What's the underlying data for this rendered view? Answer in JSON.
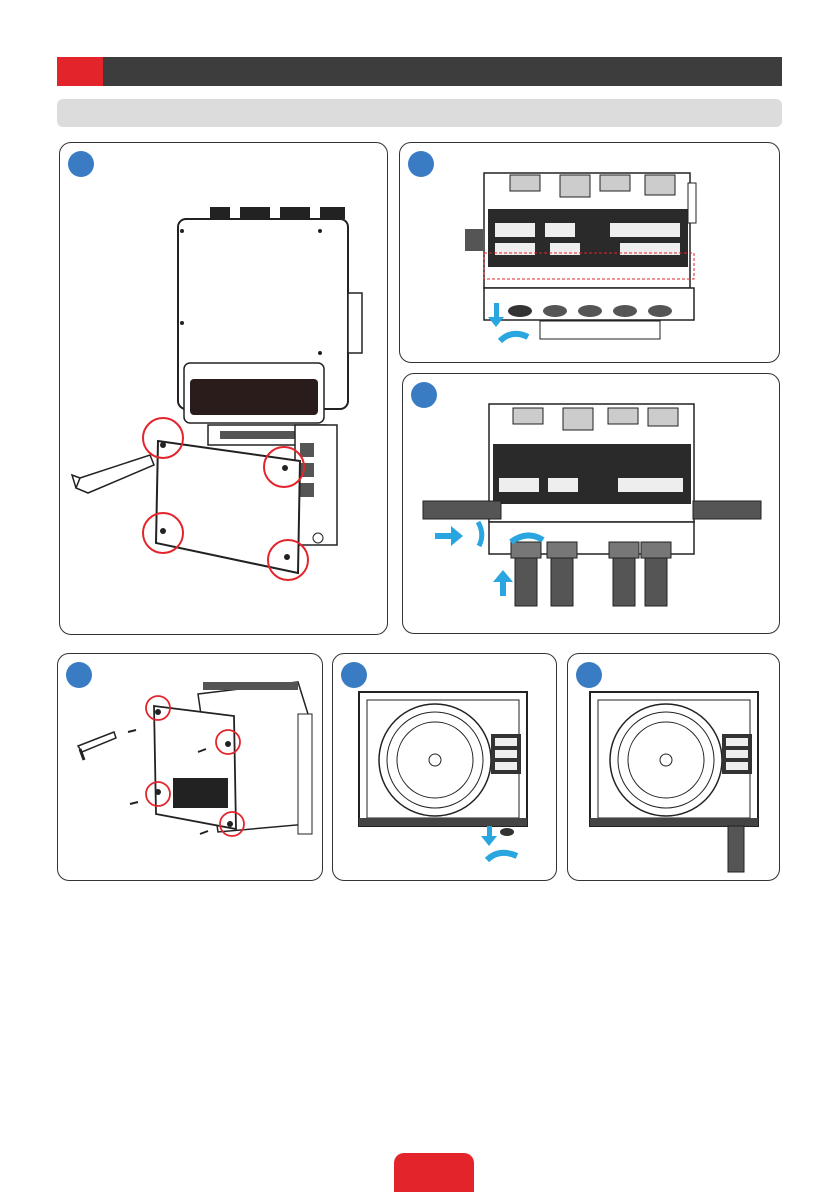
{
  "page": {
    "header_title": "",
    "subheader_title": "",
    "page_number": ""
  },
  "colors": {
    "accent": "#e3252b",
    "header": "#3d3d3d",
    "subheader": "#dcdcdc",
    "step_dot": "#3a7cc4",
    "arrow": "#29a6e0",
    "highlight_circle": "#e3252b"
  },
  "figures": [
    {
      "label": "",
      "icon": "remove-cover-screws-illustration"
    },
    {
      "label": "",
      "icon": "remove-gland-plug-illustration"
    },
    {
      "label": "",
      "icon": "insert-cables-tighten-gland-illustration"
    },
    {
      "label": "",
      "icon": "remove-side-cover-illustration"
    },
    {
      "label": "",
      "icon": "remove-bottom-plug-illustration"
    },
    {
      "label": "",
      "icon": "cable-inserted-illustration"
    }
  ]
}
